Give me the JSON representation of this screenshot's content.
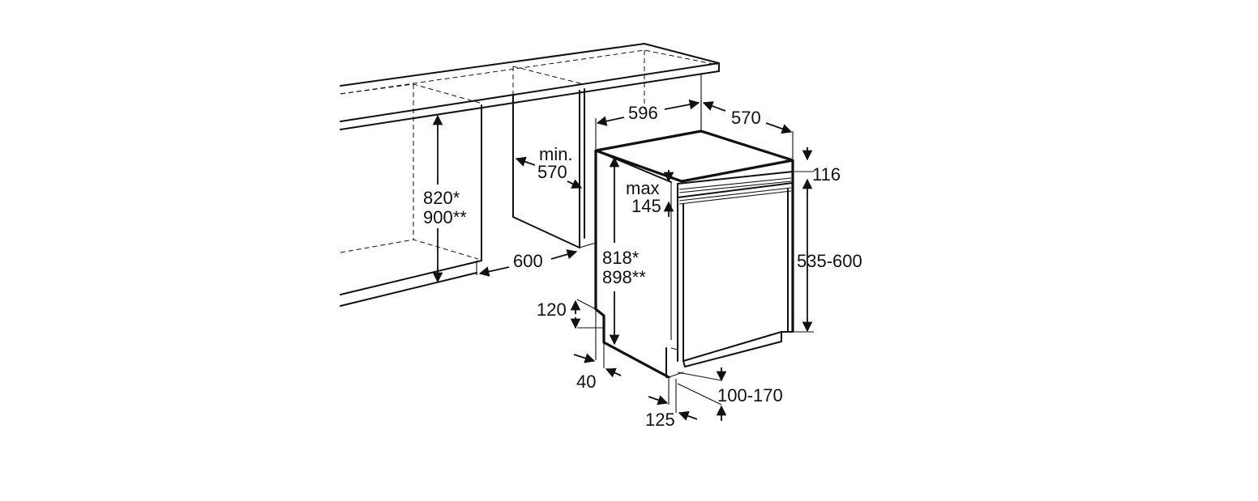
{
  "dimensions": {
    "appliance_width": "596",
    "appliance_depth": "570",
    "top_panel_height": "116",
    "max_label": "max",
    "max_value": "145",
    "niche_min_label": "min.",
    "niche_min_value": "570",
    "niche_height_1": "820*",
    "niche_height_2": "900**",
    "niche_width": "600",
    "appliance_height_1": "818*",
    "appliance_height_2": "898**",
    "door_height": "535-600",
    "plinth_height": "120",
    "plinth_depth": "40",
    "plinth_range": "100-170",
    "base_offset": "125"
  }
}
